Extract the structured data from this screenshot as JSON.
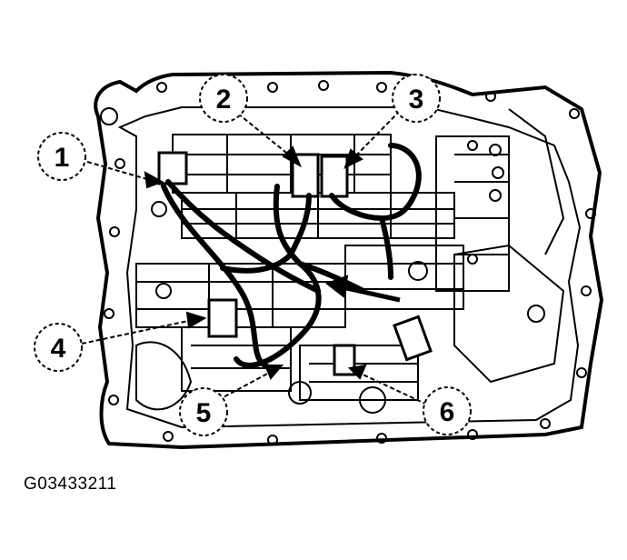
{
  "diagram": {
    "figure_id": "G03433211",
    "callouts": [
      "1",
      "2",
      "3",
      "4",
      "5",
      "6"
    ],
    "colors": {
      "ink": "#000000",
      "background": "#ffffff"
    }
  }
}
